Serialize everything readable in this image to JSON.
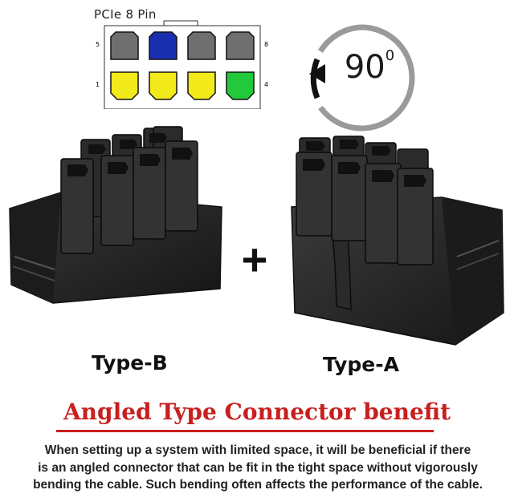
{
  "pinout": {
    "title": "PCIe 8 Pin",
    "label_top_left": "5",
    "label_top_right": "8",
    "label_bottom_left": "1",
    "label_bottom_right": "4",
    "top_row_colors": [
      "#6f6f6f",
      "#1a2fb0",
      "#6f6f6f",
      "#6f6f6f"
    ],
    "bottom_row_colors": [
      "#f2ea1a",
      "#f2ea1a",
      "#f2ea1a",
      "#22c93a"
    ]
  },
  "rotation": {
    "value": "90",
    "unit_mark": "0",
    "arrow_icon": "rotate-counterclockwise-icon"
  },
  "connectors": {
    "left_label": "Type-B",
    "right_label": "Type-A",
    "joiner": "+"
  },
  "heading": "Angled Type Connector benefit",
  "description": [
    "When setting up a system with limited space, it will be beneficial if there",
    "is an angled connector that can be fit in the tight space without vigorously",
    "bending the cable. Such bending often affects the performance of the cable."
  ],
  "colors": {
    "accent_red": "#c81f1f",
    "connector_body": "#2a2a2a"
  }
}
